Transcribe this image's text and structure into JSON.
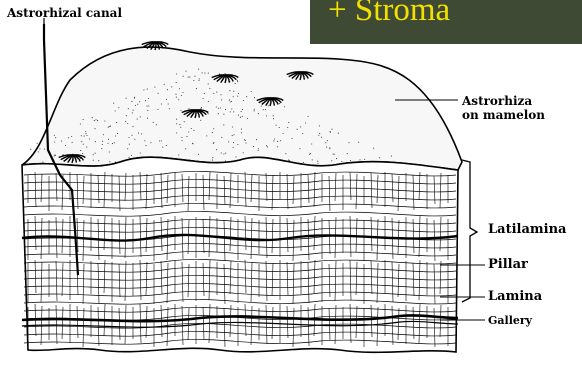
{
  "banner": {
    "text": "+ Stroma"
  },
  "labels": {
    "astrorhizal_canal": "Astrorhizal canal",
    "astrorhiza_line1": "Astrorhiza",
    "astrorhiza_line2": "on mamelon",
    "latilamina": "Latilamina",
    "pillar": "Pillar",
    "lamina": "Lamina",
    "gallery": "Gallery"
  },
  "colors": {
    "banner_bg": "#3f4a35",
    "banner_text": "#f2e000",
    "ink": "#000000"
  }
}
